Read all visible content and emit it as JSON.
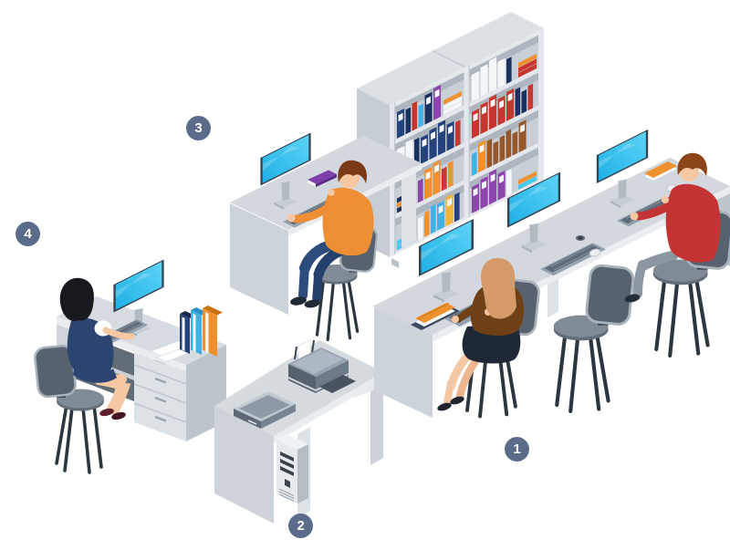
{
  "badges": [
    {
      "id": 1,
      "label": "1"
    },
    {
      "id": 2,
      "label": "2"
    },
    {
      "id": 3,
      "label": "3"
    },
    {
      "id": 4,
      "label": "4"
    }
  ],
  "palette": {
    "badge": "#5b6c8a",
    "badge_text": "#ffffff",
    "desk_top": "#d4dade",
    "desk_edge": "#e9edf0",
    "desk_side": "#c6cdd4",
    "screen_cyan": "#35c5f1",
    "monitor_frame": "#35424f",
    "chair_body": "#57626e",
    "chair_trim": "#a9b2bb",
    "chair_legs": "#2c3640",
    "skin": "#f5c7a3",
    "sweater_orange": "#ef8f35",
    "sweater_red": "#c43434",
    "jeans_blue": "#2c4c7e",
    "pants_gray": "#8d97a2",
    "hair_brown": "#7b3a16",
    "hair_auburn": "#8c4519",
    "hair_sandy": "#d49a6a",
    "hair_black": "#17191e",
    "dress_navy": "#2c4470",
    "top_brown": "#6f3f16",
    "printer_body": "#5c6773",
    "paper": "#ffffff",
    "book_orange": "#f0912f",
    "book_purple": "#7d3fa8"
  },
  "bookshelf": {
    "legend": {
      "n": "#24427c",
      "d": "#1b3261",
      "r": "#c8372f",
      "o": "#f0912f",
      "p": "#8d44ad",
      "b": "#41b2e8",
      "w": "#f4f6f8",
      "k": "#96572a",
      "y": "#f3b43c",
      "c": "#46c8f0"
    },
    "shelves": [
      {
        "id": "L1",
        "spines": "N d r b D P",
        "stack_right": [
          "w",
          "w",
          "o"
        ]
      },
      {
        "id": "L2",
        "spines": "W W d N N N N r"
      },
      {
        "id": "L3",
        "spines": "p O O r o",
        "stack_left": [
          "d",
          "o",
          "d"
        ]
      },
      {
        "id": "L4",
        "spines": "w o b B Y n",
        "stack_left": [
          "c",
          "c"
        ]
      },
      {
        "id": "R1",
        "spines": "W W W W d",
        "stack_right": [
          "r",
          "r",
          "o"
        ]
      },
      {
        "id": "R2",
        "spines": "R R R R R d d r"
      },
      {
        "id": "R3",
        "spines": "b O k k k k k K"
      },
      {
        "id": "R4",
        "spines": "P P P P w",
        "stack_right": [
          "c",
          "o"
        ]
      }
    ]
  }
}
